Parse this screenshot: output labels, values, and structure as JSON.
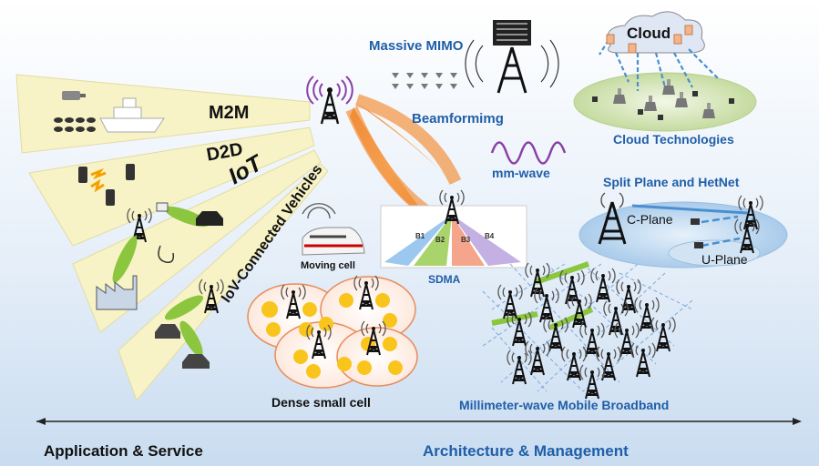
{
  "labels": {
    "m2m": "M2M",
    "d2d": "D2D",
    "iot": "IoT",
    "iov": "IoV-Connected Vehicles",
    "massive_mimo": "Massive MIMO",
    "beamforming": "Beamformimg",
    "mm_wave": "mm-wave",
    "sdma": "SDMA",
    "moving_cell": "Moving cell",
    "dense_small_cell": "Dense small cell",
    "mmwave_broadband": "Millimeter-wave Mobile Broadband",
    "cloud": "Cloud",
    "cloud_technologies": "Cloud Technologies",
    "split_plane": "Split Plane and HetNet",
    "c_plane": "C-Plane",
    "u_plane": "U-Plane",
    "app_service": "Application & Service",
    "arch_mgmt": "Architecture & Management"
  },
  "sdma_beams": [
    "B1",
    "B2",
    "B3",
    "B4"
  ],
  "colors": {
    "label_blue": "#1f5ea8",
    "fan_yellow": "#f7f3c6",
    "beam_orange": "#f2933f",
    "link_green": "#8bc63e",
    "cell_yellow": "#f9c41c",
    "mmwave_purple": "#8a3fa6",
    "cloud_link_blue": "#4a8fd0"
  },
  "icons": [
    "antenna-tower-icon",
    "cctv-camera-icon",
    "ship-icon",
    "smartphone-icon",
    "laptop-icon",
    "car-icon",
    "factory-icon",
    "stethoscope-icon",
    "train-icon",
    "cloud-icon",
    "server-icon"
  ]
}
